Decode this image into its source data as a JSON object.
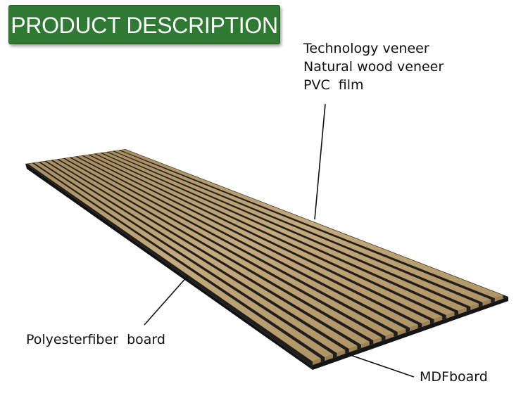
{
  "banner": {
    "title": "PRODUCT DESCRIPTION"
  },
  "labels": {
    "surface_1": "Technology veneer",
    "surface_2": "Natural wood veneer",
    "surface_3": "PVC  film",
    "bottom_left": "Polyesterfiber  board",
    "bottom_right": "MDFboard"
  },
  "colors": {
    "banner": "#2e7a33",
    "slat": "#b89e6e",
    "felt": "#1e1e1e"
  }
}
